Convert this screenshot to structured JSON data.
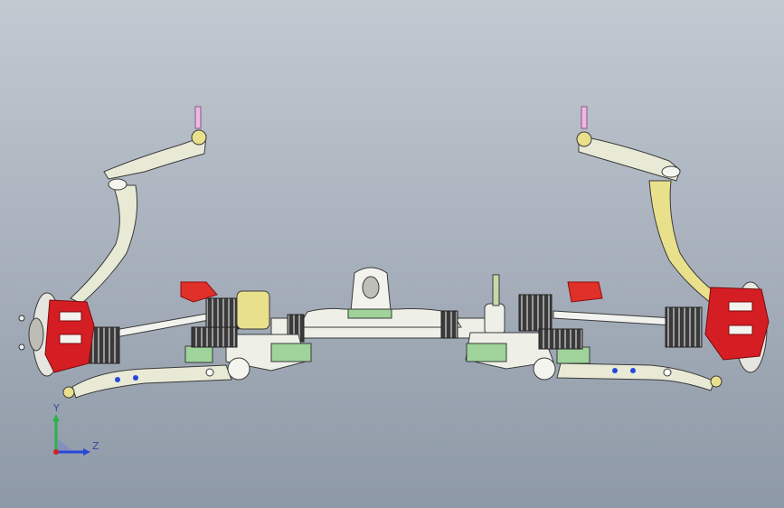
{
  "viewport": {
    "type": "cad-3d-view",
    "subject": "front-suspension-assembly"
  },
  "triad": {
    "y_label": "Y",
    "z_label": "Z",
    "colors": {
      "y": "#2bb34a",
      "z": "#2747d8",
      "origin": "#d42020"
    }
  },
  "colors": {
    "caliper": "#d41e24",
    "arm_fill": "#e8ead6",
    "rack_fill": "#eef0e8",
    "boot_dark": "#2d2d2d",
    "mount_green": "#9fd39a",
    "bracket_red": "#e0302a",
    "bushing_yellow": "#e9e08c",
    "stud_pink": "#f0b7e6",
    "outline": "#3a3a3a"
  }
}
